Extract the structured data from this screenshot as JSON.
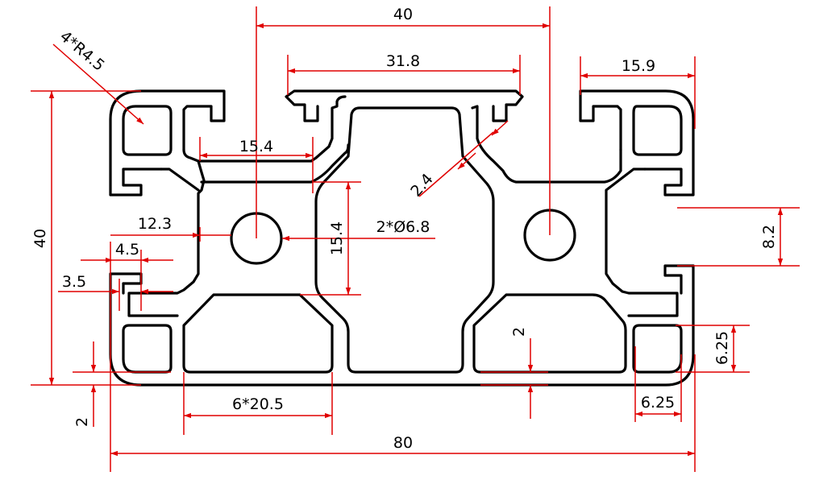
{
  "colors": {
    "profile": "#000000",
    "dimension": "#e00000",
    "background": "#ffffff"
  },
  "dimensions": {
    "overall_width": "80",
    "overall_height": "40",
    "hole_pitch": "40",
    "center_slot_width": "31.8",
    "side_slot_width": "15.9",
    "corner_radius": "4*R4.5",
    "inner_cavity_width": "15.4",
    "inner_cavity_height": "15.4",
    "hole_diameter": "2*Ø6.8",
    "web_thickness": "2.4",
    "left_offset": "12.3",
    "slot_opening": "4.5",
    "slot_lip": "3.5",
    "side_slot_opening": "8.2",
    "bottom_wall_left": "2",
    "bottom_wall_inner": "2",
    "corner_square_height": "6.25",
    "corner_square_width": "6.25",
    "bottom_pitch": "6*20.5"
  }
}
